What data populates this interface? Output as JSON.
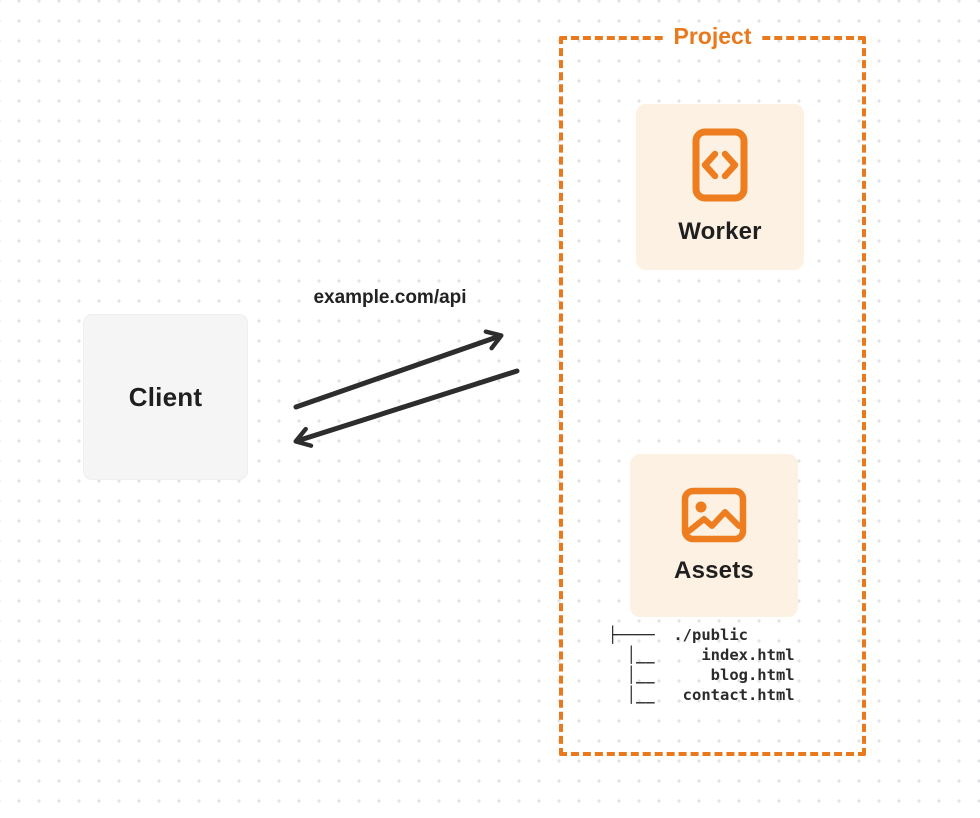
{
  "diagram": {
    "title": "Project",
    "client": {
      "label": "Client"
    },
    "request_label": "example.com/api",
    "project": {
      "label": "Project",
      "nodes": [
        {
          "id": "worker",
          "label": "Worker",
          "icon": "code-file-icon"
        },
        {
          "id": "assets",
          "label": "Assets",
          "icon": "image-icon"
        }
      ],
      "file_tree": {
        "root": "./public",
        "files": [
          "index.html",
          "blog.html",
          "contact.html"
        ],
        "text": "├────  ./public\n  │__     index.html\n  │__      blog.html\n  │__   contact.html"
      }
    },
    "arrows": [
      {
        "from": "client",
        "to": "project",
        "direction": "right"
      },
      {
        "from": "project",
        "to": "client",
        "direction": "left"
      }
    ],
    "colors": {
      "accent_orange": "#e8791d",
      "card_cream": "#fcf1e2",
      "client_gray": "#f5f5f6",
      "arrow_dark": "#2d2d2d",
      "text_dark": "#1f1f1f",
      "dot_grid": "#e2e2e5"
    }
  }
}
